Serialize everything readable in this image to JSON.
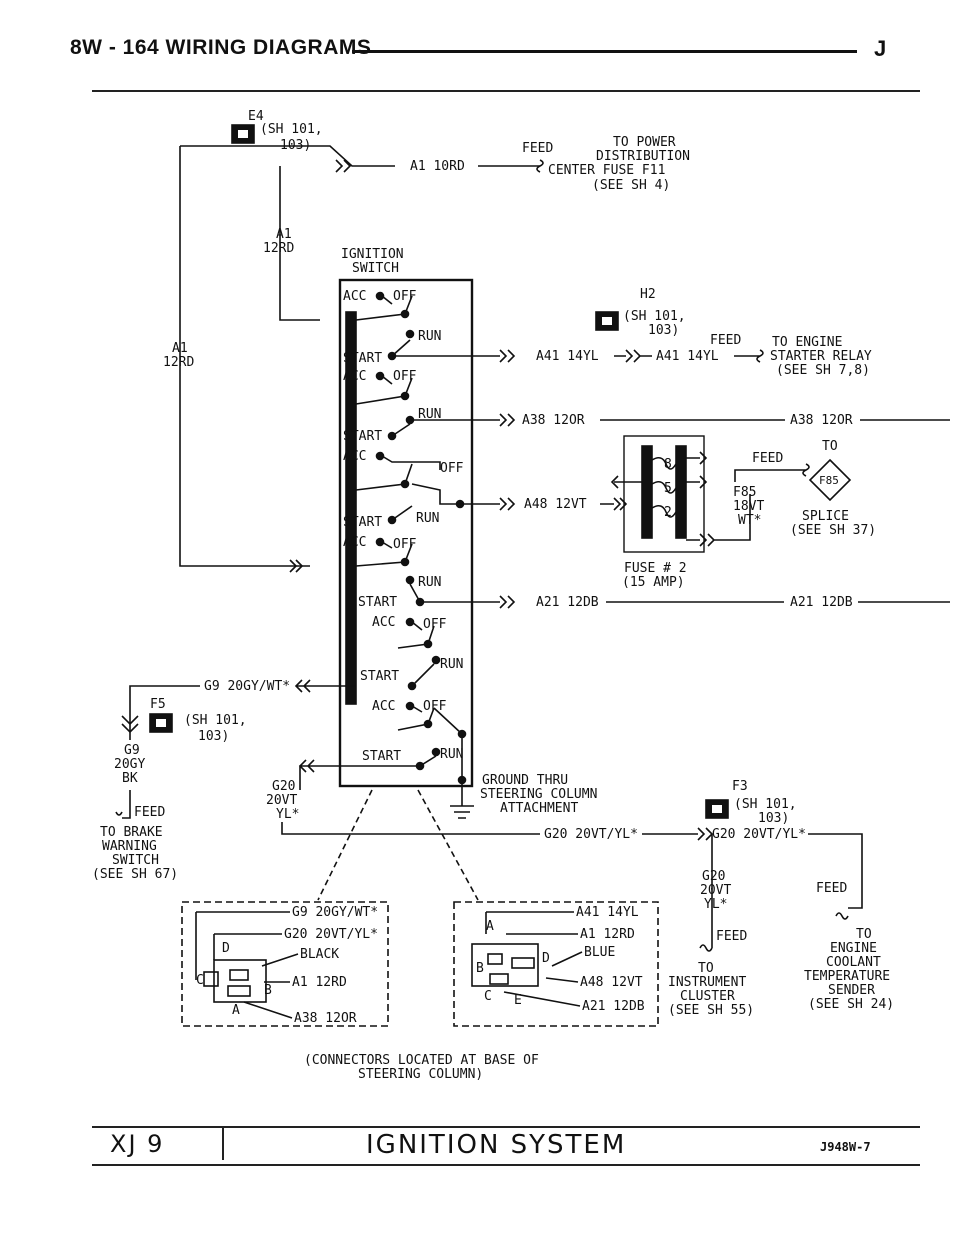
{
  "header": {
    "title": "8W - 164   WIRING DIAGRAMS",
    "letter": "J"
  },
  "connectors": {
    "e4": {
      "id": "E4",
      "sheet": [
        "(SH 101,",
        "103)"
      ]
    },
    "h2": {
      "id": "H2",
      "sheet": [
        "(SH 101,",
        "103)"
      ]
    },
    "f5": {
      "id": "F5",
      "sheet": [
        "(SH 101,",
        "103)"
      ]
    },
    "f3": {
      "id": "F3",
      "sheet": [
        "(SH 101,",
        "103)"
      ]
    }
  },
  "labels": {
    "feed": "FEED",
    "a1_10rd": "A1 10RD",
    "to_power": [
      "TO POWER",
      "DISTRIBUTION",
      "CENTER FUSE F11",
      "(SEE SH 4)"
    ],
    "a1_12rd_top": [
      "A1",
      "12RD"
    ],
    "a1_12rd_left": [
      "A1",
      "12RD"
    ],
    "ignition_switch": [
      "IGNITION",
      "SWITCH"
    ],
    "acc": "ACC",
    "off": "OFF",
    "run": "RUN",
    "start": "START",
    "a41_14yl": "A41 14YL",
    "to_engine_starter": [
      "TO ENGINE",
      "STARTER RELAY",
      "(SEE SH 7,8)"
    ],
    "a38_12or": "A38 12OR",
    "to": "TO",
    "f85": "F85",
    "f85_wire": [
      "F85",
      "18VT",
      "WT*"
    ],
    "splice": [
      "SPLICE",
      "(SEE SH 37)"
    ],
    "a48_12vt": "A48 12VT",
    "fuse": [
      "FUSE # 2",
      "(15 AMP)"
    ],
    "fuse_cavities": [
      "8",
      "5",
      "2"
    ],
    "a21_12db": "A21 12DB",
    "g9_20gy_wt": "G9 20GY/WT*",
    "g9_20gy_bk": [
      "G9",
      "20GY",
      "BK"
    ],
    "to_brake": [
      "TO BRAKE",
      "WARNING",
      "SWITCH",
      "(SEE SH 67)"
    ],
    "g20_left": [
      "G20",
      "20VT",
      "YL*"
    ],
    "ground_thru": [
      "GROUND THRU",
      "STEERING COLUMN",
      "ATTACHMENT"
    ],
    "g20_20vt_yl": "G20 20VT/YL*",
    "g20_right": [
      "G20",
      "20VT",
      "YL*"
    ],
    "to_instrument": [
      "TO",
      "INSTRUMENT",
      "CLUSTER",
      "(SEE SH 55)"
    ],
    "to_engine_coolant": [
      "TO",
      "ENGINE",
      "COOLANT",
      "TEMPERATURE",
      "SENDER",
      "(SEE SH 24)"
    ],
    "left_connector": [
      "G9 20GY/WT*",
      "G20 20VT/YL*",
      "BLACK",
      "A1 12RD",
      "A38 12OR"
    ],
    "left_pins": [
      "D",
      "C",
      "B",
      "A"
    ],
    "right_connector": [
      "A41 14YL",
      "A1 12RD",
      "BLUE",
      "A48 12VT",
      "A21 12DB"
    ],
    "right_pins": [
      "A",
      "B",
      "D",
      "C",
      "E"
    ],
    "connectors_note": [
      "(CONNECTORS LOCATED AT BASE OF",
      "STEERING COLUMN)"
    ]
  },
  "footer": {
    "model": "XJ 9",
    "title": "IGNITION SYSTEM",
    "code": "J948W-7"
  }
}
